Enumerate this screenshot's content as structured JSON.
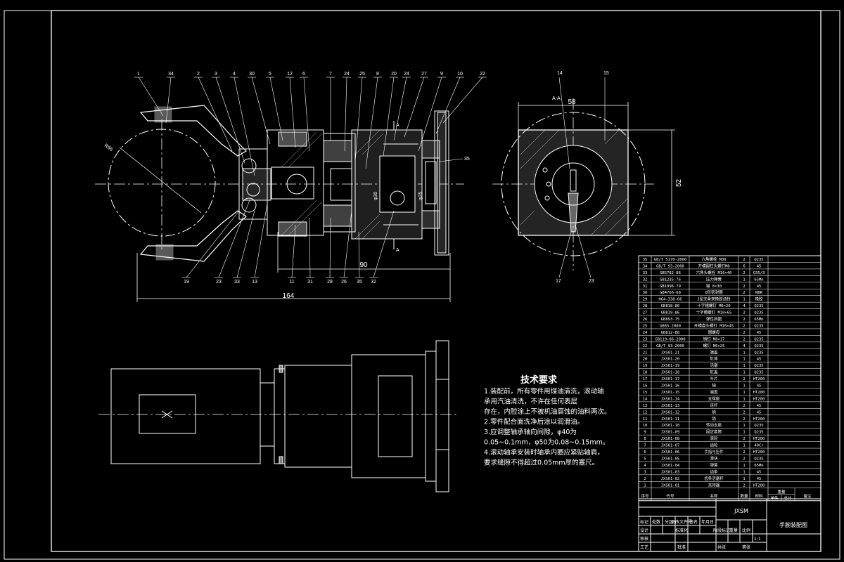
{
  "section_label": "A-A",
  "cut_marks": [
    "A",
    "A"
  ],
  "dimensions": {
    "overall_length": "164",
    "body_length": "90",
    "jaw_radius": "R66",
    "side_width": "58",
    "side_height": "52",
    "bore_1": "φ30",
    "bore_2": "φ25"
  },
  "balloons_top": [
    "1",
    "34",
    "2",
    "3",
    "4",
    "30",
    "5",
    "12",
    "6",
    "7",
    "24",
    "25",
    "8",
    "20",
    "24",
    "27",
    "9",
    "10",
    "22"
  ],
  "balloons_bottom": [
    "19",
    "23",
    "33",
    "13",
    "11",
    "31",
    "28",
    "26",
    "35",
    "32"
  ],
  "side_balloons": [
    "14",
    "15",
    "17",
    "23"
  ],
  "callout_right": "35",
  "tech_requirements": {
    "title": "技术要求",
    "lines": [
      "1.装配前，所有零件用煤油清洗，滚动轴",
      "承用汽油清洗，不许在任何表层",
      "存在，内腔涂上不被机油腐蚀的油料两次。",
      "2.零件配合面洗净后涂以润滑油。",
      "3.应调整轴承轴向间隙，φ40为",
      "0.05~0.1mm，φ50为0.08~0.15mm。",
      "4.滚动轴承安装时轴承内圈应紧贴轴肩，",
      "要求缝隙不得超过0.05mm厚的塞尺。"
    ]
  },
  "bom": [
    [
      "35",
      "GB/T 5170-2000",
      "六角螺栓 M30",
      "2",
      "Q235"
    ],
    [
      "34",
      "GB/T 93-2000",
      "开槽圆柱头螺钉M8",
      "6",
      "45"
    ],
    [
      "33",
      "GB5782-86",
      "六角头螺栓 M16×40",
      "2",
      "Q35/3"
    ],
    [
      "32",
      "GB1235-76",
      "压力弹簧",
      "1",
      "65Mn"
    ],
    [
      "31",
      "GB1096-79",
      "键 8×30",
      "2",
      "45"
    ],
    [
      "30",
      "GB4766-68",
      "O形密封圈",
      "2",
      "NBR"
    ],
    [
      "29",
      "HG4-338-66",
      "J型无骨架橡胶油封",
      "1",
      "橡胶"
    ],
    [
      "28",
      "GB818-86",
      "十字槽螺钉 M6×20",
      "4",
      "Q235"
    ],
    [
      "27",
      "GB819-86",
      "十字槽螺钉 M10×65",
      "2",
      "Q235"
    ],
    [
      "26",
      "GB893-75",
      "弹性挡圈",
      "2",
      "65Mn"
    ],
    [
      "25",
      "GB65-2000",
      "开槽盘头螺钉 M16×45",
      "2",
      "Q235"
    ],
    [
      "24",
      "GB812-88",
      "圆螺母",
      "2",
      "45"
    ],
    [
      "23",
      "GB119-86-2000",
      "销钉 M8×17",
      "2",
      "Q235"
    ],
    [
      "22",
      "GB/T 93-2000",
      "螺钉 M6×25",
      "4",
      "Q235"
    ],
    [
      "21",
      "JXS01-21",
      "端盖",
      "1",
      "Q235"
    ],
    [
      "20",
      "JXS01-20",
      "缸体",
      "1",
      "45"
    ],
    [
      "19",
      "JXS01-19",
      "活塞",
      "1",
      "Q235"
    ],
    [
      "18",
      "JXS01-18",
      "缸盖",
      "1",
      "Q235"
    ],
    [
      "17",
      "JXS01-17",
      "叶片",
      "2",
      "HT200"
    ],
    [
      "16",
      "JXS01-16",
      "轴",
      "1",
      "45"
    ],
    [
      "15",
      "JXS01-15",
      "端盖",
      "1",
      "HT200"
    ],
    [
      "14",
      "JXS01-14",
      "支撑座",
      "1",
      "HT200"
    ],
    [
      "13",
      "JXS01-13",
      "连杆",
      "2",
      "45"
    ],
    [
      "12",
      "JXS01-12",
      "销",
      "2",
      "45"
    ],
    [
      "11",
      "JXS01-11",
      "销",
      "2",
      "HT200"
    ],
    [
      "10",
      "JXS01-10",
      "转动支座",
      "1",
      "Q235"
    ],
    [
      "9",
      "JXS01-09",
      "固定套筒",
      "1",
      "Q235"
    ],
    [
      "8",
      "JXS01-08",
      "滚轮",
      "2",
      "HT200"
    ],
    [
      "7",
      "JXS01-07",
      "齿轮",
      "1",
      "40Cr"
    ],
    [
      "6",
      "JXS01-06",
      "手指与压件",
      "2",
      "HT200"
    ],
    [
      "5",
      "JXS01-05",
      "滑块",
      "2",
      "Q235"
    ],
    [
      "4",
      "JXS01-04",
      "弹簧",
      "1",
      "65Mn"
    ],
    [
      "3",
      "JXS01-03",
      "齿条",
      "1",
      "45"
    ],
    [
      "2",
      "JXS01-02",
      "齿条活塞杆",
      "1",
      "45"
    ],
    [
      "1",
      "JXS01-01",
      "夹持器",
      "2",
      "HT200"
    ]
  ],
  "bom_header": [
    "序号",
    "代号",
    "名称",
    "数量",
    "材料",
    "单件",
    "总计",
    "备注"
  ],
  "bom_header_weight": "重量",
  "title_block": {
    "school": "JXSM",
    "drawing_name": "手腕装配图",
    "labels": [
      "标记",
      "处数",
      "分区",
      "更改文件号",
      "签名",
      "年月日",
      "设计",
      "标准化",
      "阶段标记",
      "重量",
      "比例",
      "审核",
      "工艺",
      "批准",
      "共张",
      "第张"
    ],
    "scale": "1:1"
  }
}
